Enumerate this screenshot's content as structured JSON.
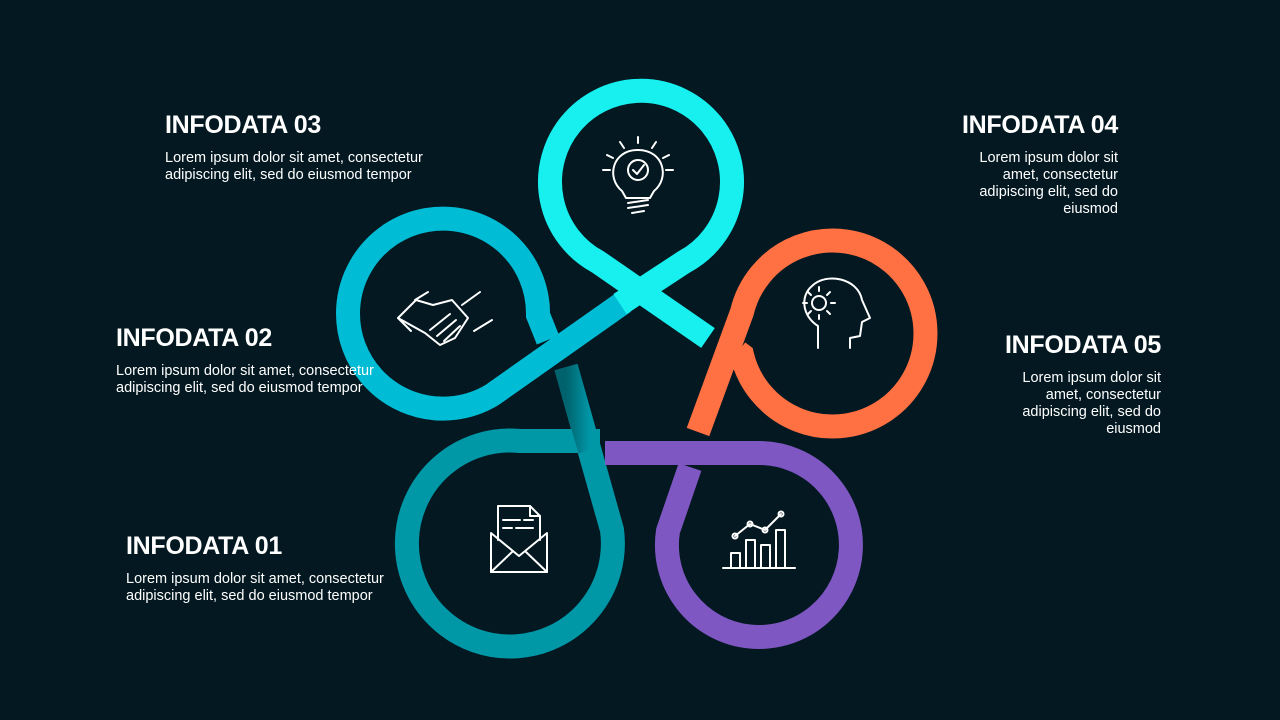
{
  "colors": {
    "background": "#031820",
    "petal_01": "#0097A7",
    "petal_02": "#00BCD4",
    "petal_03": "#18F0F0",
    "petal_04": "#FF7043",
    "petal_05": "#7E57C2",
    "text": "#FFFFFF"
  },
  "items": [
    {
      "id": "01",
      "title": "INFODATA 01",
      "body": "Lorem ipsum dolor sit amet, consectetur  adipiscing elit, sed do eiusmod tempor",
      "icon": "envelope-document-icon"
    },
    {
      "id": "02",
      "title": "INFODATA 02",
      "body": "Lorem ipsum dolor sit amet, consectetur  adipiscing elit, sed do eiusmod tempor",
      "icon": "handshake-icon"
    },
    {
      "id": "03",
      "title": "INFODATA 03",
      "body": "Lorem ipsum dolor sit amet, consectetur  adipiscing elit, sed do eiusmod tempor",
      "icon": "lightbulb-icon"
    },
    {
      "id": "04",
      "title": "INFODATA 04",
      "body": "Lorem ipsum dolor sit amet, consectetur adipiscing elit, sed do eiusmod",
      "icon": "head-gear-icon"
    },
    {
      "id": "05",
      "title": "INFODATA 05",
      "body": "Lorem ipsum dolor sit amet, consectetur adipiscing elit, sed do eiusmod",
      "icon": "bar-chart-icon"
    }
  ]
}
